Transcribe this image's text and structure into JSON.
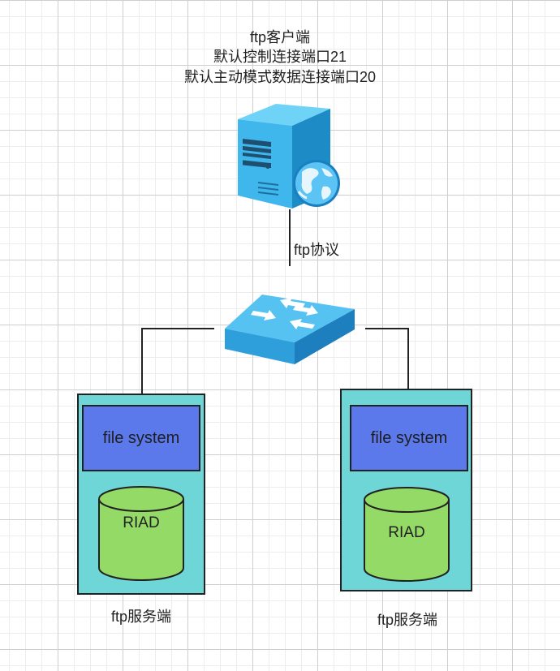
{
  "client": {
    "title": "ftp客户端",
    "control_port": "默认控制连接端口21",
    "data_port": "默认主动模式数据连接端口20"
  },
  "link": {
    "protocol_label": "ftp协议"
  },
  "servers": [
    {
      "fs_label": "file system",
      "storage_label": "RIAD",
      "caption": "ftp服务端"
    },
    {
      "fs_label": "file system",
      "storage_label": "RIAD",
      "caption": "ftp服务端"
    }
  ],
  "colors": {
    "server_body": "#6fd6d8",
    "file_system": "#5b79ea",
    "storage": "#93da66",
    "device_blue": "#2fa8e2",
    "outline": "#222222"
  },
  "icons": [
    "client-server-icon",
    "globe-icon",
    "network-switch-icon",
    "database-cylinder-icon"
  ]
}
